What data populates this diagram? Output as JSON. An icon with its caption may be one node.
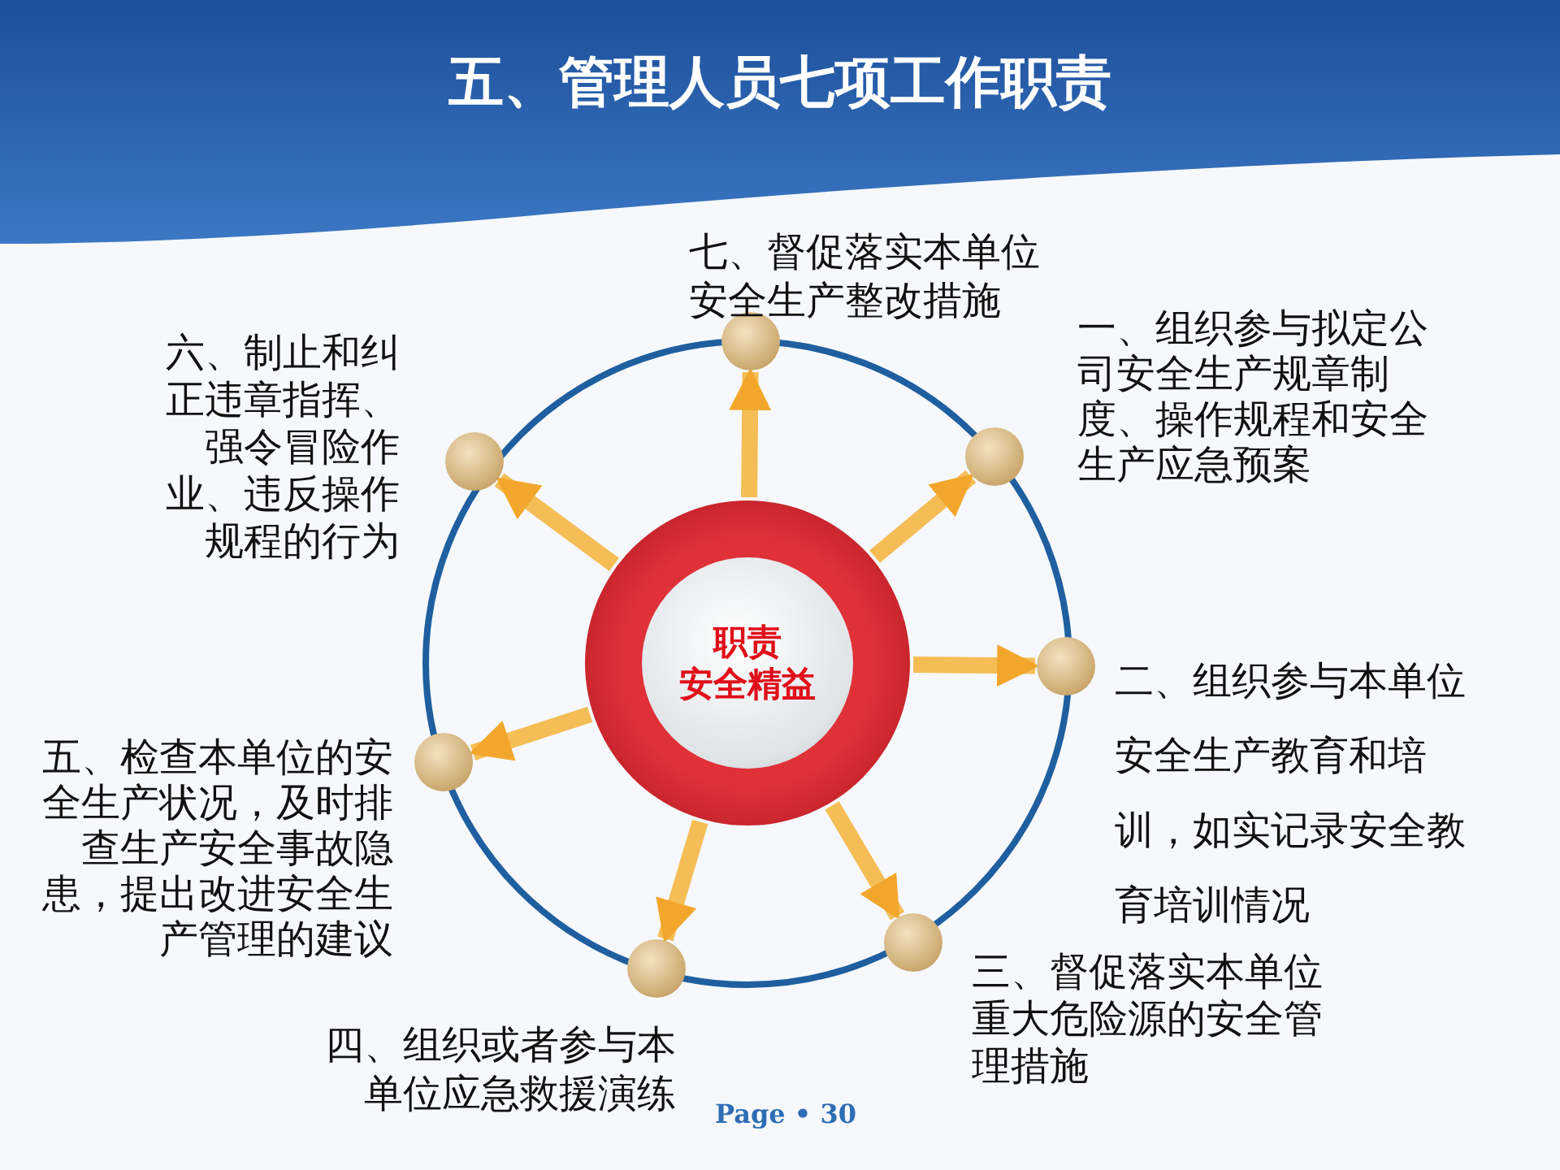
{
  "diagram": {
    "title": "五、管理人员七项工作职责",
    "nodes": [
      {
        "text": [
          "职责",
          "安全精益"
        ]
      },
      {
        "text": [],
        "shape": "circle",
        "beside": [
          "一、组织参与拟定公司安全生产规章制度、操作规程和安全生产应急预案"
        ]
      },
      {
        "text": [],
        "shape": "circle",
        "beside": [
          "二、组织参与本单位安全生产教育和培训，如实记录安全教育培训情况"
        ]
      },
      {
        "text": [],
        "shape": "circle",
        "beside": [
          "三、督促落实本单位重大危险源的安全管理措施"
        ]
      },
      {
        "text": [],
        "shape": "circle",
        "beside": [
          "四、组织或者参与本单位应急救援演练"
        ]
      },
      {
        "text": [],
        "shape": "circle",
        "beside": [
          "五、检查本单位的安全生产状况，及时排查生产安全事故隐患，提出改进安全生产管理的建议"
        ]
      },
      {
        "text": [],
        "shape": "circle",
        "beside": [
          "六、制止和纠正违章指挥、强令冒险作业、违反操作规程的行为"
        ]
      },
      {
        "text": [],
        "shape": "circle",
        "beside": [
          "七、督促落实本单位安全生产整改措施"
        ]
      }
    ],
    "edges": [
      {
        "from": 0,
        "to": 1,
        "arrow": "to"
      },
      {
        "from": 0,
        "to": 2,
        "arrow": "to"
      },
      {
        "from": 0,
        "to": 3,
        "arrow": "to"
      },
      {
        "from": 0,
        "to": 4,
        "arrow": "to"
      },
      {
        "from": 0,
        "to": 5,
        "arrow": "to"
      },
      {
        "from": 0,
        "to": 6,
        "arrow": "to"
      },
      {
        "from": 0,
        "to": 7,
        "arrow": "to"
      }
    ],
    "labels": [
      "Page • 30"
    ]
  }
}
